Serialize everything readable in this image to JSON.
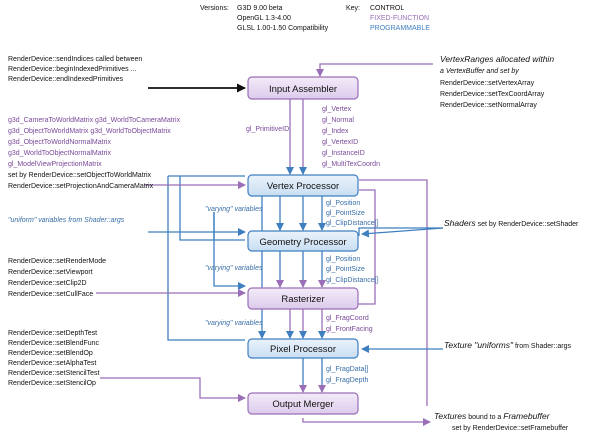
{
  "header": {
    "versions_label": "Versions:",
    "versions": [
      "G3D 9.00 beta",
      "OpenGL 1.3-4.00",
      "GLSL 1.00-1.50 Compatibility"
    ],
    "key_label": "Key:",
    "key": [
      "CONTROL",
      "FIXED-FUNCTION",
      "PROGRAMMABLE"
    ]
  },
  "stages": [
    "Input Assembler",
    "Vertex Processor",
    "Geometry Processor",
    "Rasterizer",
    "Pixel Processor",
    "Output Merger"
  ],
  "left_top": [
    "RenderDevice::sendIndices called between",
    "RenderDevice::beginIndexedPrimitives ...",
    "RenderDevice::endIndexedPrimitives"
  ],
  "matrices": [
    "g3d_CameraToWorldMatrix  g3d_WorldToCameraMatrix",
    "g3d_ObjectToWorldMatrix  g3d_WorldToObjectMatrix",
    "g3d_ObjectToWorldNormalMatrix",
    "g3d_WorldToObjectNormalMatrix",
    "gl_ModelViewProjectionMatrix"
  ],
  "matrix_setters": [
    "set by RenderDevice::setObjectToWorldMatrix",
    "RenderDevice::setProjectionAndCameraMatrix"
  ],
  "uniform_label": "\"uniform\" variables from Shader::args",
  "varying_label": "\"varying\" variables",
  "raster_setters": [
    "RenderDevice::setRenderMode",
    "RenderDevice::setViewport",
    "RenderDevice::setClip2D",
    "RenderDevice::setCullFace"
  ],
  "output_setters": [
    "RenderDevice::setDepthTest",
    "RenderDevice::setBlendFunc",
    "RenderDevice::setBlendOp",
    "RenderDevice::setAlphaTest",
    "RenderDevice::setStencilTest",
    "RenderDevice::setStencilOp"
  ],
  "primitive_id": "gl_PrimitiveID",
  "ia_outputs": [
    "gl_Vertex",
    "gl_Normal",
    "gl_Index",
    "gl_VertexID",
    "gl_InstanceID",
    "gl_MultiTexCoordn"
  ],
  "vp_outputs": [
    "gl_Position",
    "gl_PointSize",
    "gl_ClipDistance[]"
  ],
  "gp_outputs": [
    "gl_Position",
    "gl_PointSize",
    "gl_ClipDistance[]"
  ],
  "rast_outputs": [
    "gl_FragCoord",
    "gl_FrontFacing"
  ],
  "pp_outputs": [
    "gl_FragData[]",
    "gl_FragDepth"
  ],
  "right_top": {
    "title_italic": "VertexRanges",
    "title_rest": " allocated within",
    "line2": "a VertexBuffer and set by",
    "setters": [
      "RenderDevice::setVertexArray",
      "RenderDevice::setTexCoordArray",
      "RenderDevice::setNormalArray"
    ]
  },
  "shaders_label": {
    "italic": "Shaders",
    "rest": " set by RenderDevice::setShader"
  },
  "texture_label": {
    "italic": "Texture \"uniforms\"",
    "rest": " from Shader::args"
  },
  "framebuffer_label": {
    "italic": "Textures",
    "rest": " bound to a ",
    "italic2": "Framebuffer",
    "line2": "set by RenderDevice::setFramebuffer"
  },
  "colors": {
    "control": "#111111",
    "fixed": "#9a6fb8",
    "programmable": "#3f7fc0",
    "fixed_fill": "#e8dcf2",
    "prog_fill": "#d8e8f6"
  }
}
